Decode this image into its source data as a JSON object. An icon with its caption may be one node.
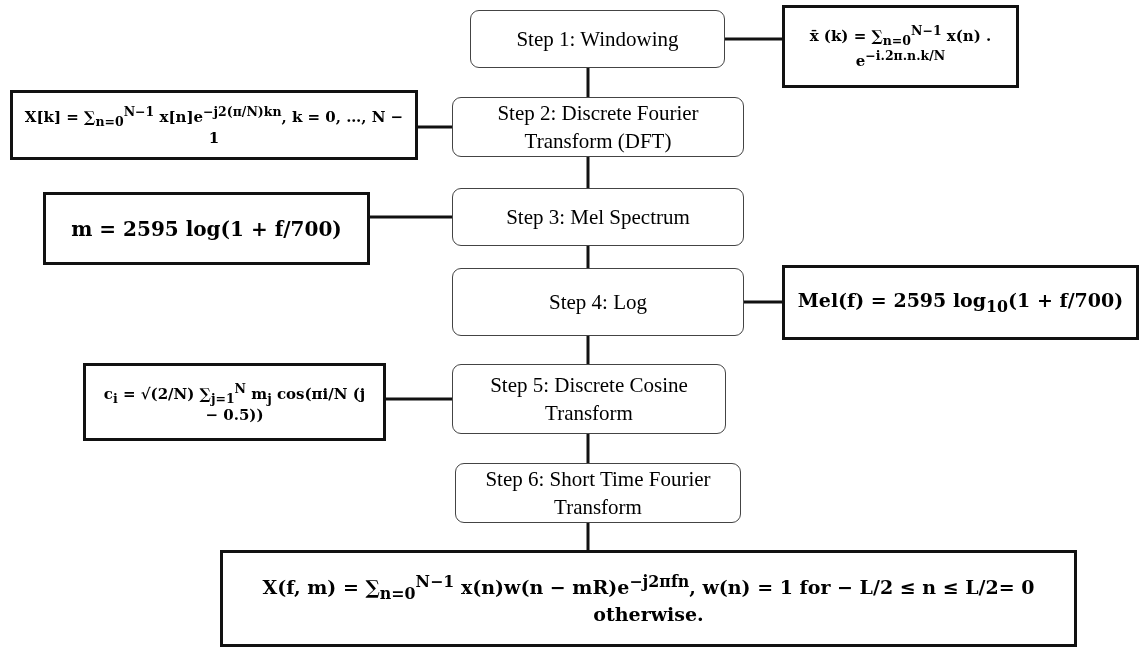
{
  "diagram": {
    "nodes": [
      {
        "text": [
          "Step 1: Windowing"
        ]
      },
      {
        "text": [
          "x̄ (k) = ∑$_{n=0}$$^{N−1}$ x(n) . e$^{−i.2π.n.k/N}$"
        ]
      },
      {
        "text": [
          "X[k] = ∑$_{n=0}$$^{N−1}$ x[n]e$^{−j2(π/N)kn}$, k = 0, …, N − 1"
        ]
      },
      {
        "text": [
          "Step 2: Discrete Fourier Transform (DFT)"
        ]
      },
      {
        "text": [
          "m = 2595 log(1 + f/700)"
        ]
      },
      {
        "text": [
          "Step 3: Mel Spectrum"
        ]
      },
      {
        "text": [
          "Step 4: Log"
        ]
      },
      {
        "text": [
          "Mel(f) = 2595 log$_{10}$(1 + f/700)"
        ]
      },
      {
        "text": [
          "c$_{i}$ = √(2/N) ∑$_{j=1}$$^{N}$ m$_{j}$ cos(πi/N (j − 0.5))"
        ]
      },
      {
        "text": [
          "Step 5: Discrete Cosine Transform"
        ]
      },
      {
        "text": [
          "Step 6: Short Time Fourier Transform"
        ]
      },
      {
        "text": [
          "X(f, m) = ∑$_{n=0}$$^{N−1}$ x(n)w(n − mR)e$^{−j2πfn}$, w(n) = 1 for − L/2 ≤ n ≤ L/2= 0 otherwise."
        ]
      }
    ],
    "edges": [
      {
        "from": 0,
        "to": 3,
        "arrow": "none"
      },
      {
        "from": 3,
        "to": 5,
        "arrow": "none"
      },
      {
        "from": 5,
        "to": 6,
        "arrow": "none"
      },
      {
        "from": 6,
        "to": 9,
        "arrow": "none"
      },
      {
        "from": 9,
        "to": 10,
        "arrow": "none"
      },
      {
        "from": 10,
        "to": 11,
        "arrow": "none"
      },
      {
        "from": 0,
        "to": 1,
        "arrow": "none"
      },
      {
        "from": 3,
        "to": 2,
        "arrow": "none"
      },
      {
        "from": 5,
        "to": 4,
        "arrow": "none"
      },
      {
        "from": 6,
        "to": 7,
        "arrow": "none"
      },
      {
        "from": 9,
        "to": 8,
        "arrow": "none"
      }
    ]
  }
}
